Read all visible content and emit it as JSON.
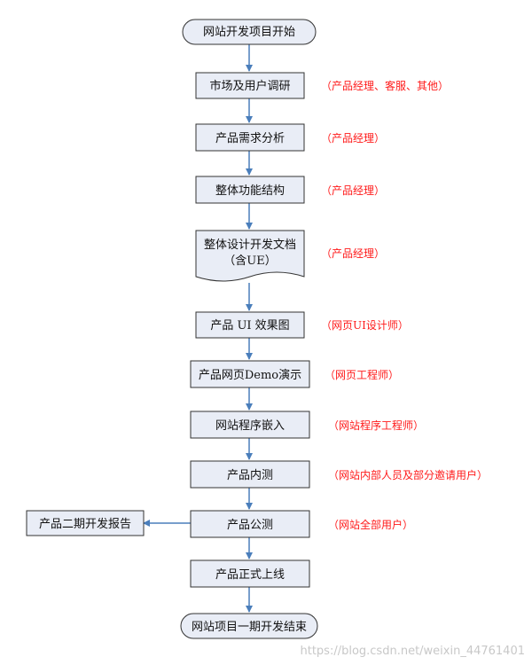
{
  "diagram": {
    "colors": {
      "box_fill": "#e9edf6",
      "box_stroke": "#333333",
      "arrow": "#4a7ebb",
      "note": "#ff1a1a"
    },
    "nodes": {
      "start": "网站开发项目开始",
      "market_research": "市场及用户调研",
      "requirements": "产品需求分析",
      "function_structure": "整体功能结构",
      "design_doc_line1": "整体设计开发文档",
      "design_doc_line2": "（含UE）",
      "ui_design": "产品 UI 效果图",
      "demo": "产品网页Demo演示",
      "embed": "网站程序嵌入",
      "internal_test": "产品内测",
      "public_test": "产品公测",
      "launch": "产品正式上线",
      "end": "网站项目一期开发结束",
      "phase2_report": "产品二期开发报告"
    },
    "notes": {
      "market_research": "（产品经理、客服、其他）",
      "requirements": "（产品经理）",
      "function_structure": "（产品经理）",
      "design_doc": "（产品经理）",
      "ui_design": "（网页UI设计师）",
      "demo": "（网页工程师）",
      "embed": "（网站程序工程师）",
      "internal_test": "（网站内部人员及部分邀请用户）",
      "public_test": "（网站全部用户）"
    },
    "watermark": "https://blog.csdn.net/weixin_44761401"
  }
}
